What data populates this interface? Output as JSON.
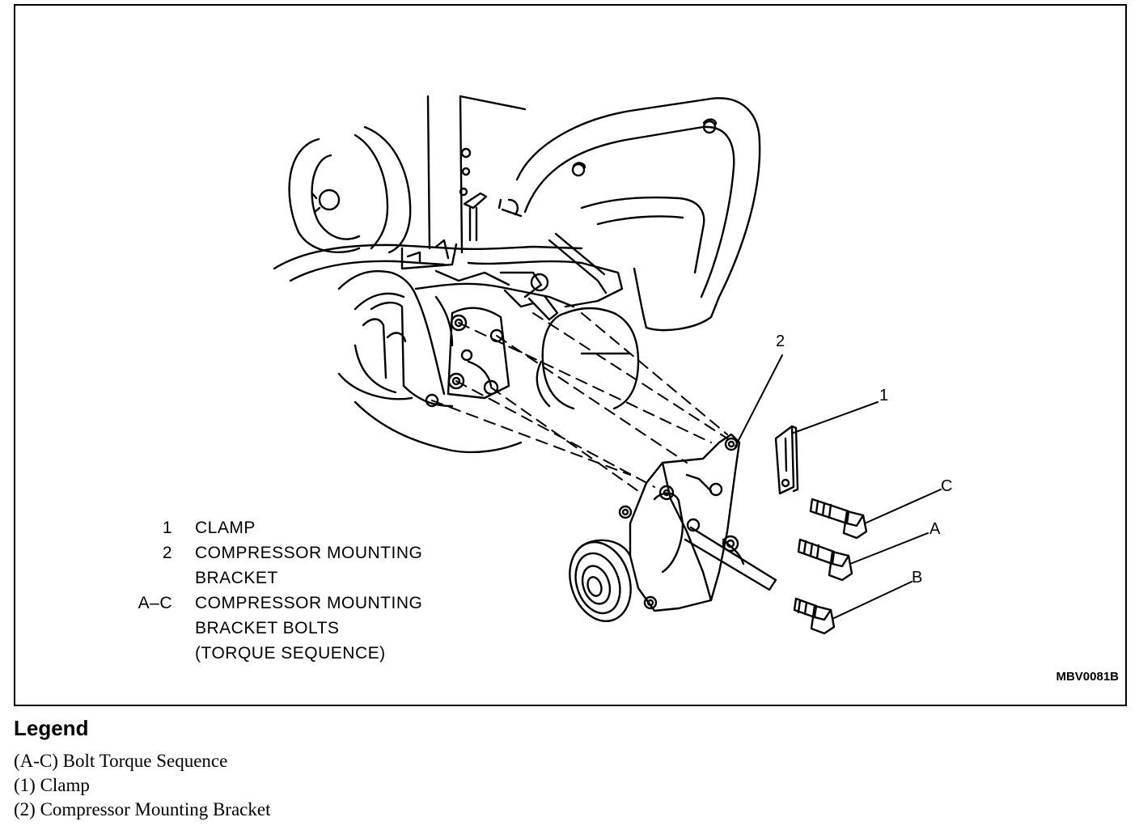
{
  "callouts": {
    "c1": "1",
    "c2": "2",
    "cA": "A",
    "cB": "B",
    "cC": "C"
  },
  "inset_legend": [
    {
      "key": "1",
      "lines": [
        "CLAMP"
      ]
    },
    {
      "key": "2",
      "lines": [
        "COMPRESSOR MOUNTING",
        "BRACKET"
      ]
    },
    {
      "key": "A–C",
      "lines": [
        "COMPRESSOR MOUNTING",
        "BRACKET BOLTS",
        "(TORQUE SEQUENCE)"
      ]
    }
  ],
  "drawing_code": "MBV0081B",
  "legend": {
    "title": "Legend",
    "items": [
      "(A-C) Bolt Torque Sequence",
      "(1) Clamp",
      "(2) Compressor Mounting Bracket"
    ]
  }
}
